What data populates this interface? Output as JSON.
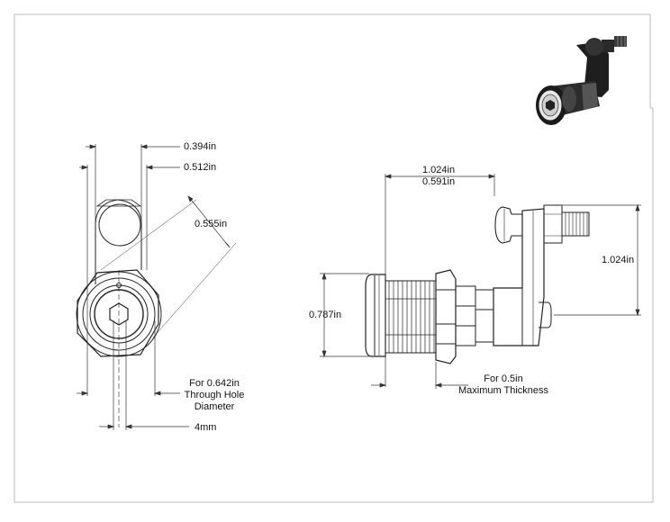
{
  "front_view": {
    "dim_width_tab": "0.394in",
    "dim_width_body": "0.512in",
    "dim_cam_reach": "0.555in",
    "note_hole": [
      "For 0.642in",
      "Through Hole",
      "Diameter"
    ],
    "dim_hex": "4mm"
  },
  "side_view": {
    "dim_length_total": "1.024in",
    "dim_length_offset": "0.591in",
    "dim_cam_height": "1.024in",
    "dim_flange": "0.787in",
    "note_thickness": [
      "For 0.5in",
      "Maximum Thickness"
    ]
  },
  "colors": {
    "line": "#222222",
    "border": "#bbbbbb",
    "iso_dark": "#1e1e1e"
  }
}
